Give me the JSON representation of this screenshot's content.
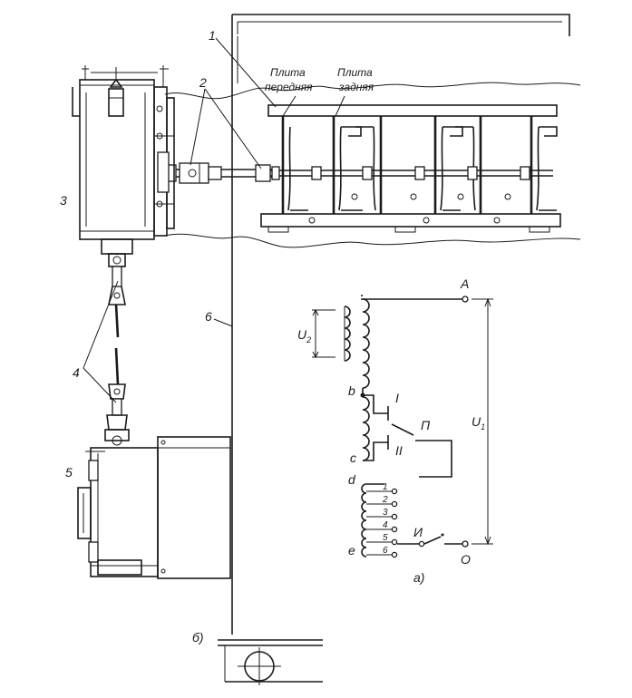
{
  "labels": {
    "front_plate": [
      "Плита",
      "передняя"
    ],
    "rear_plate": [
      "Плита",
      "задняя"
    ],
    "part_1": "1",
    "part_2": "2",
    "part_3": "3",
    "part_4": "4",
    "part_5": "5",
    "part_6": "6",
    "view_a": "а)",
    "view_b": "б)"
  },
  "schematic": {
    "terminal_A": "A",
    "terminal_O": "O",
    "u1": "U",
    "u1_sub": "1",
    "u2": "U",
    "u2_sub": "2",
    "tap_b": "b",
    "tap_c": "c",
    "tap_d": "d",
    "tap_e": "e",
    "contact_I": "I",
    "contact_II": "II",
    "selector_P": "П",
    "selector_I": "И",
    "winding_taps": [
      "1",
      "2",
      "3",
      "4",
      "5",
      "6"
    ]
  }
}
